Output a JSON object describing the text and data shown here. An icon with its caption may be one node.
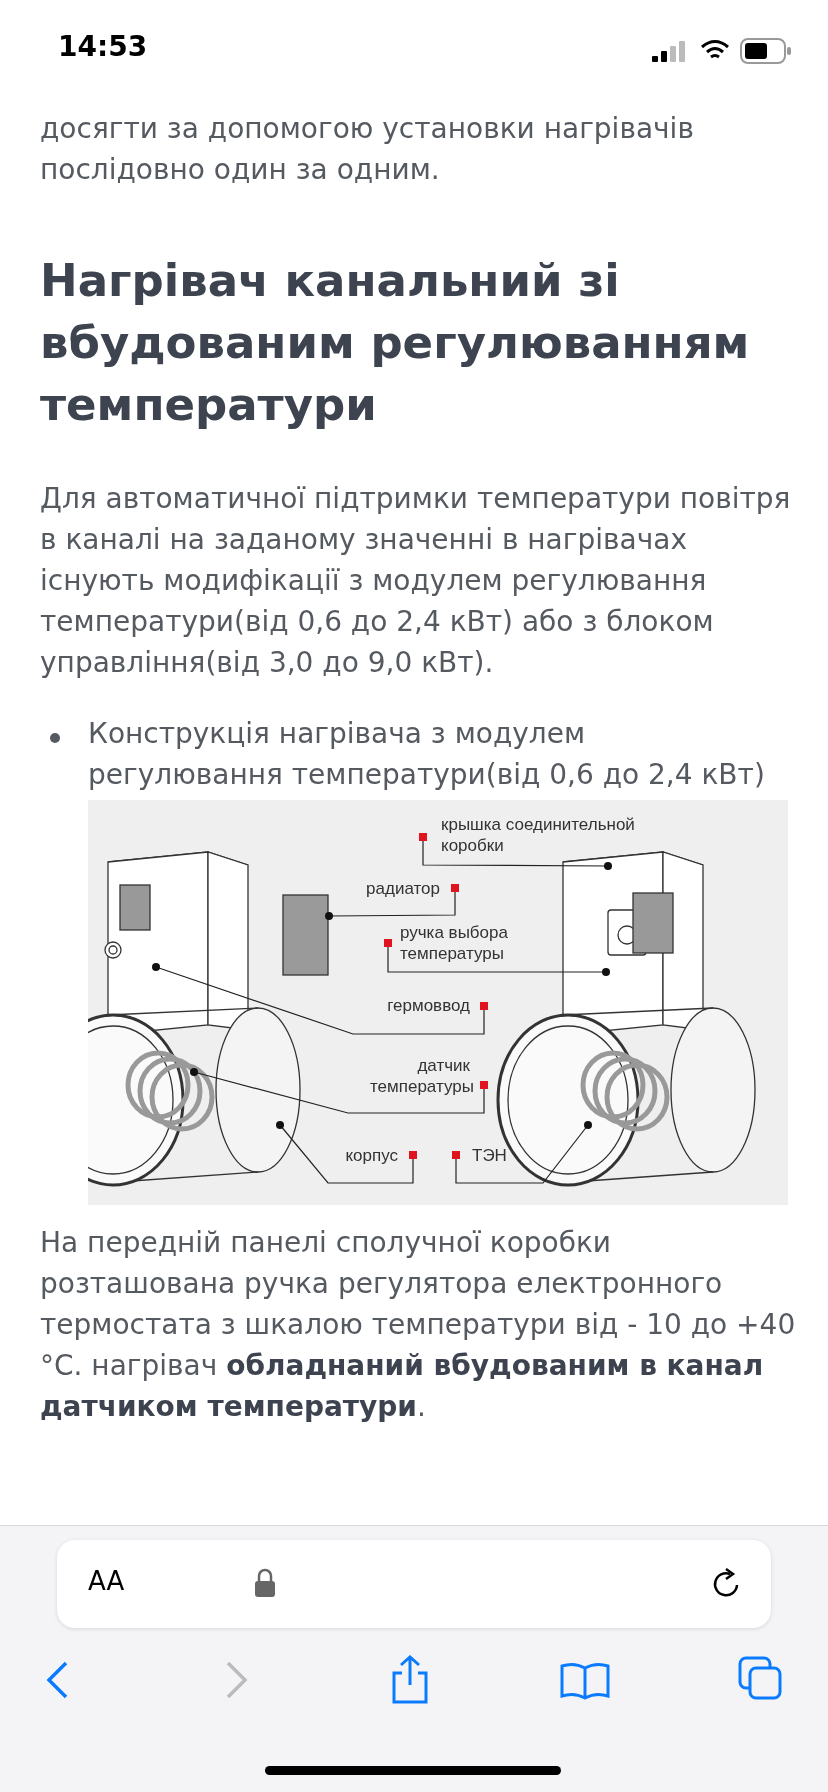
{
  "diagram": {
    "title": "Нагрівач канальний зі вбудованим регулюванням температури",
    "nodes": [
      {
        "text": [
          "крышка соединительной коробки"
        ]
      },
      {
        "text": [
          "радиатор"
        ]
      },
      {
        "text": [
          "ручка выбора температуры"
        ]
      },
      {
        "text": [
          "гермоввод"
        ]
      },
      {
        "text": [
          "датчик температуры"
        ]
      },
      {
        "text": [
          "корпус"
        ]
      },
      {
        "text": [
          "ТЭН"
        ]
      }
    ],
    "edges": [
      {
        "from": 0,
        "to": null,
        "arrow": "other"
      },
      {
        "from": 1,
        "to": null,
        "arrow": "other"
      },
      {
        "from": 2,
        "to": null,
        "arrow": "other"
      },
      {
        "from": 3,
        "to": null,
        "arrow": "other"
      },
      {
        "from": 4,
        "to": null,
        "arrow": "other"
      },
      {
        "from": 5,
        "to": null,
        "arrow": "other"
      },
      {
        "from": 6,
        "to": null,
        "arrow": "other"
      }
    ],
    "labels": [
      "14:53",
      "досягти за допомогою установки нагрівачів послідовно один за одним.",
      "Для автоматичної підтримки температури повітря в каналі на заданому значенні в нагрівачах існують модифікації з модулем регулювання температури(від 0,6 до 2,4 кВт) або з блоком управління(від 3,0 до 9,0 кВт).",
      "Конструкція нагрівача з модулем регулювання температури(від 0,6 до 2,4 кВт)",
      "На передній панелі сполучної коробки розташована ручка регулятора електронного термостата з шкалою температури від - 10 до +40 °С. нагрівач **обладнаний вбудованим в канал датчиком температури**.",
      "AA"
    ]
  }
}
